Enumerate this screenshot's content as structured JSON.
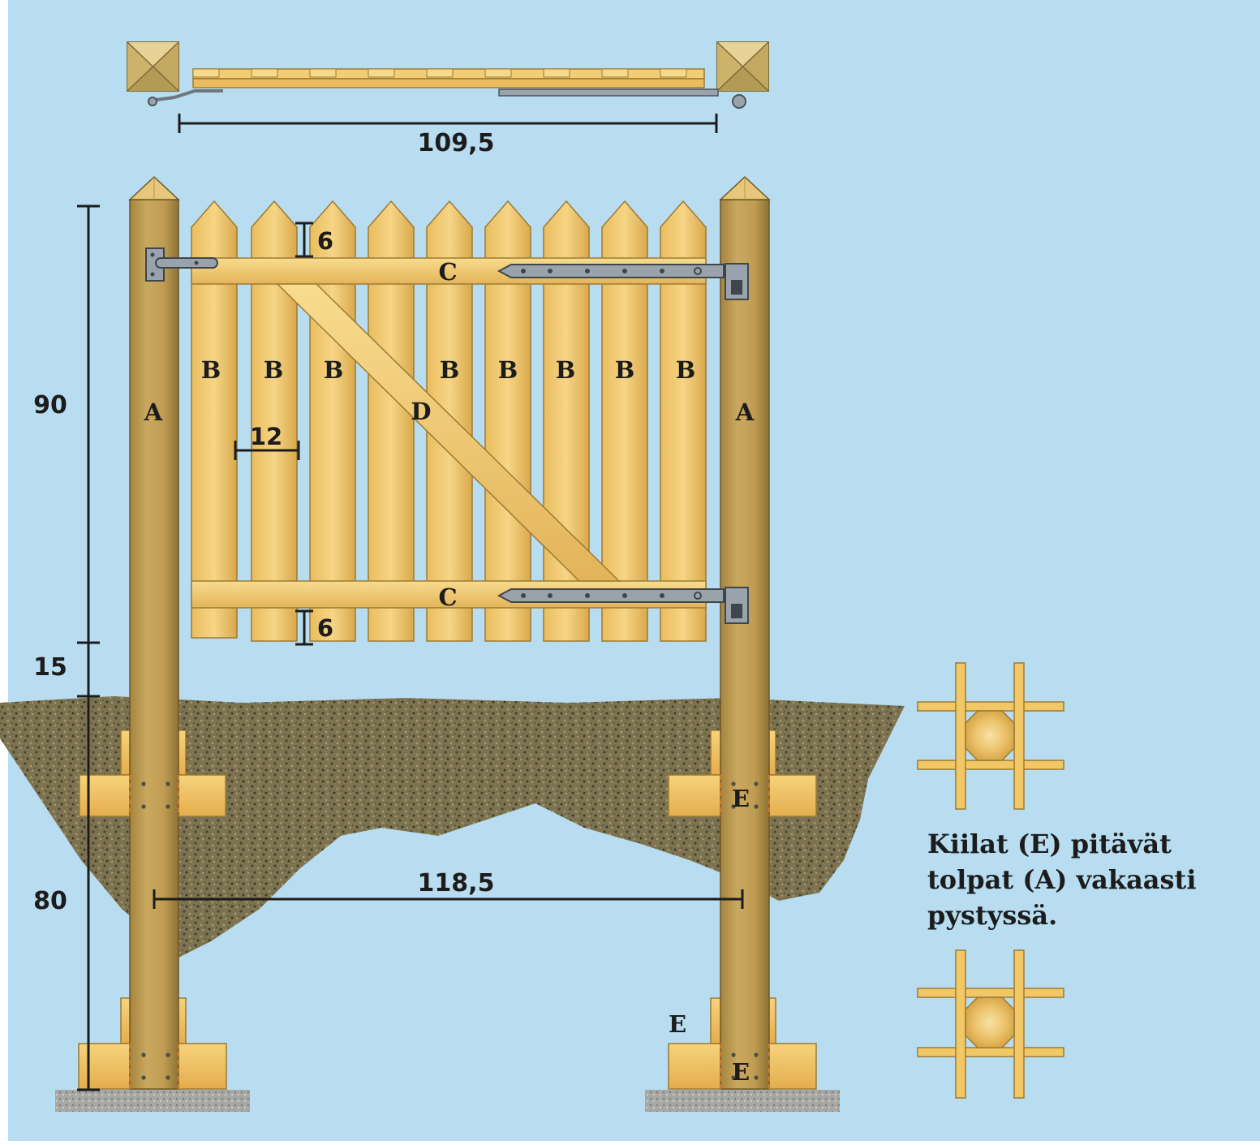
{
  "colors": {
    "sky": "#b8ddf0",
    "wood_light": "#f4cf78",
    "wood_dark": "#c89a40",
    "post": "#c4a25a",
    "post_dark": "#8e7235",
    "soil": "#6a6246",
    "gravel": "#a9a9a6",
    "steel": "#9aa3ab"
  },
  "top_view": {
    "width_label": "109,5"
  },
  "front_view": {
    "post_label_left": "A",
    "post_label_right": "A",
    "picket_label": "B",
    "rail_label_top": "C",
    "rail_label_bottom": "C",
    "brace_label": "D",
    "picket_width_label": "12",
    "top_overhang_label": "6",
    "bottom_overhang_label": "6"
  },
  "vertical_dims": {
    "gate_height": "90",
    "ground_gap": "15",
    "below_ground": "80"
  },
  "post_spacing_label": "118,5",
  "wedge_labels": {
    "upper_right": "E",
    "lower_right_outside": "E",
    "lower_right": "E"
  },
  "note": {
    "line1": "Kiilat (E) pitävät",
    "line2": "tolpat (A) vakaasti",
    "line3": "pystyssä."
  }
}
